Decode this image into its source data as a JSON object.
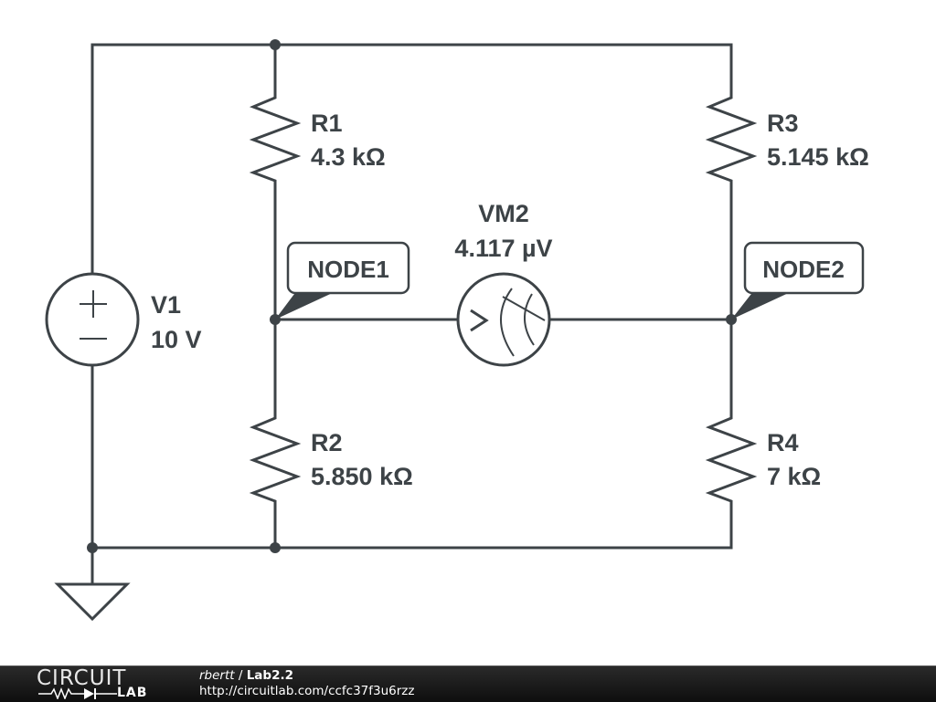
{
  "schematic": {
    "components": {
      "V1": {
        "name": "V1",
        "value": "10 V",
        "type": "voltage-source"
      },
      "R1": {
        "name": "R1",
        "value": "4.3 kΩ",
        "type": "resistor"
      },
      "R2": {
        "name": "R2",
        "value": "5.850 kΩ",
        "type": "resistor"
      },
      "R3": {
        "name": "R3",
        "value": "5.145 kΩ",
        "type": "resistor"
      },
      "R4": {
        "name": "R4",
        "value": "7 kΩ",
        "type": "resistor"
      },
      "VM2": {
        "name": "VM2",
        "value": "4.117 µV",
        "type": "voltmeter"
      }
    },
    "nodes": {
      "node1": "NODE1",
      "node2": "NODE2"
    },
    "source_symbols": {
      "plus": "+",
      "minus": "−",
      "meter": ">"
    }
  },
  "footer": {
    "logo_top": "CIRCUIT",
    "logo_bottom": "LAB",
    "author": "rbertt",
    "separator": " / ",
    "title": "Lab2.2",
    "url": "http://circuitlab.com/ccfc37f3u6rzz"
  }
}
